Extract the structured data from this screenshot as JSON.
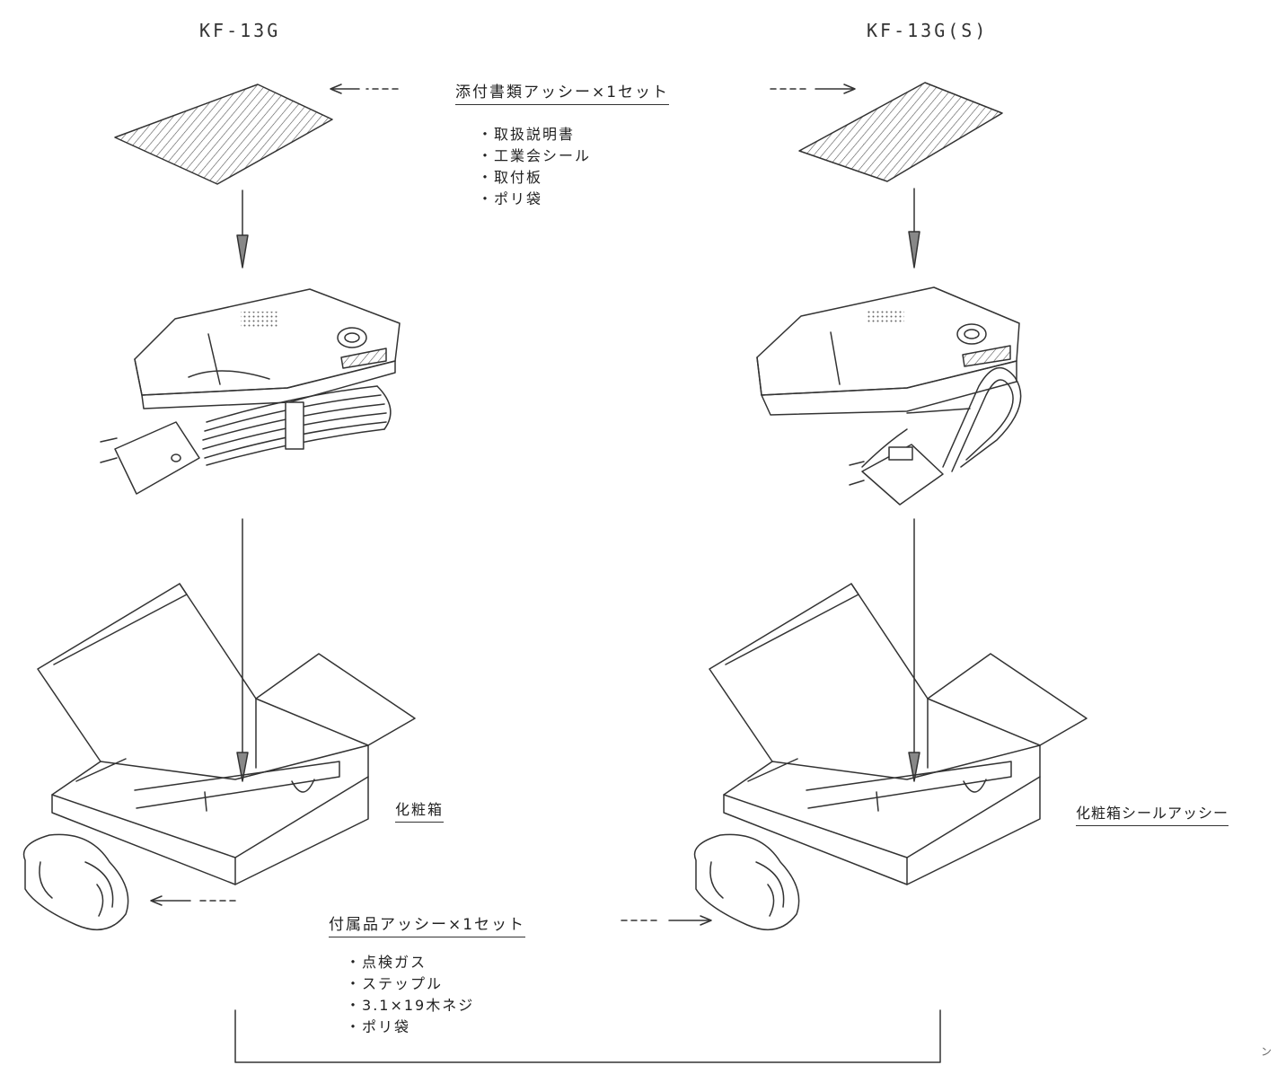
{
  "models": {
    "left": "KF-13G",
    "right": "KF-13G(S)"
  },
  "documents": {
    "title": "添付書類アッシー×1セット",
    "items": [
      "取扱説明書",
      "工業会シール",
      "取付板",
      "ポリ袋"
    ]
  },
  "accessories": {
    "title": "付属品アッシー×1セット",
    "items": [
      "点検ガス",
      "ステップル",
      "3.1×19木ネジ",
      "ポリ袋"
    ]
  },
  "box_label": "化粧箱",
  "box_seal_label": "化粧箱シールアッシー",
  "corner_mark": "ン"
}
